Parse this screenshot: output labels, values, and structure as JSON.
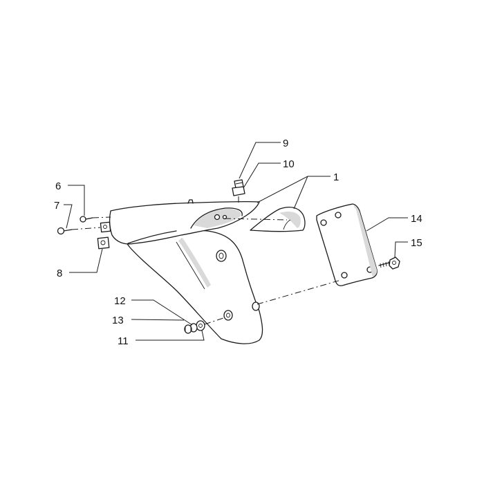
{
  "diagram": {
    "callouts": [
      {
        "id": "c1",
        "label": "1"
      },
      {
        "id": "c6",
        "label": "6"
      },
      {
        "id": "c7",
        "label": "7"
      },
      {
        "id": "c8",
        "label": "8"
      },
      {
        "id": "c9",
        "label": "9"
      },
      {
        "id": "c10",
        "label": "10"
      },
      {
        "id": "c11",
        "label": "11"
      },
      {
        "id": "c12",
        "label": "12"
      },
      {
        "id": "c13",
        "label": "13"
      },
      {
        "id": "c14",
        "label": "14"
      },
      {
        "id": "c15",
        "label": "15"
      }
    ]
  }
}
